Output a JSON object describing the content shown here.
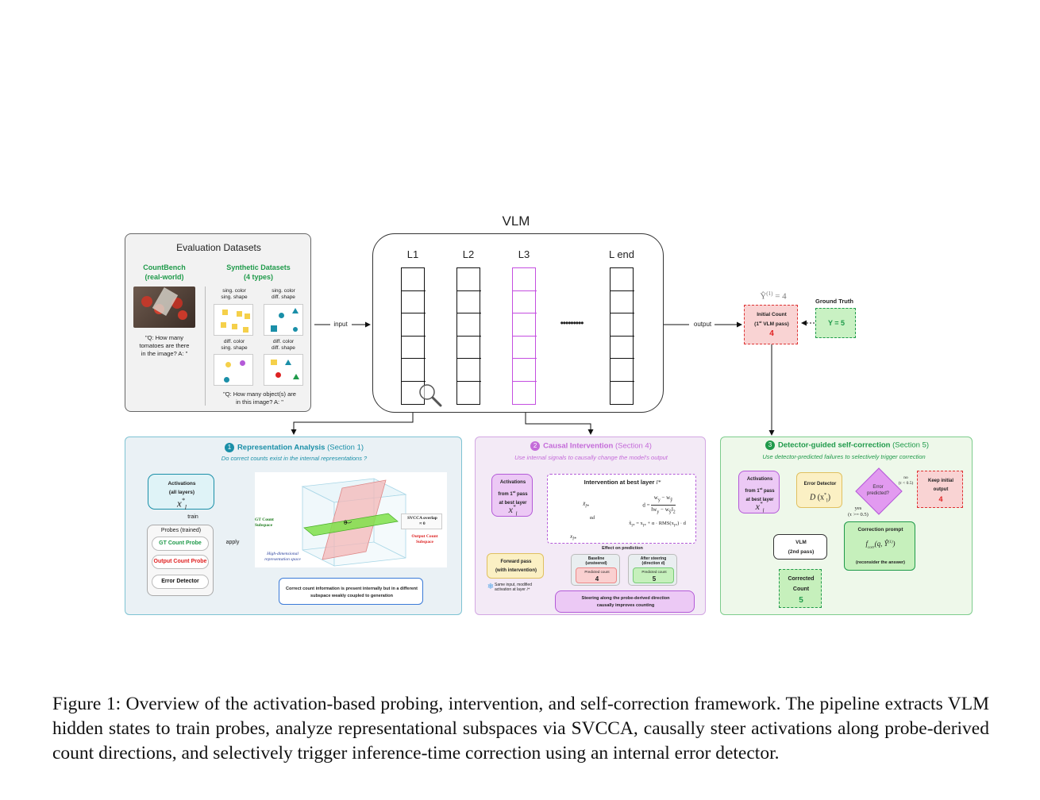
{
  "vlm": {
    "title": "VLM",
    "layers": [
      "L1",
      "L2",
      "L3",
      "L end"
    ],
    "input_label": "input",
    "output_label": "output",
    "ellipsis": "•••••••••"
  },
  "datasets": {
    "title": "Evaluation Datasets",
    "countbench_title": "CountBench\n(real-world)",
    "countbench_question": "\"Q: How many\ntomatoes are there\nin the image?  A: \"",
    "synthetic_title": "Synthetic Datasets\n(4 types)",
    "types": [
      "sing. color\nsing. shape",
      "sing. color\ndiff. shape",
      "diff. color\nsing. shape",
      "diff. color\ndiff. shape"
    ],
    "synthetic_question": "\"Q: How many object(s) are\nin this image? A: \""
  },
  "output_side": {
    "yhat": "Ŷ(1) = 4",
    "initial_count_label": "Initial Count\n(1st VLM pass)",
    "initial_count_value": "4",
    "ground_truth_label": "Ground Truth",
    "ground_truth_value": "Y = 5"
  },
  "panel1": {
    "number": "1",
    "title": "Representation Analysis",
    "section": "(Section 1)",
    "subtitle": "Do correct counts exist in the internal representations ?",
    "activations": "Activations\n(all layers)",
    "x_symbol": "x*l",
    "train": "train",
    "apply": "apply",
    "probes_title": "Probes (trained)",
    "probes": [
      "GT Count Probe",
      "Output Count Probe",
      "Error Detector"
    ],
    "gt_subspace": "GT Count\nSubspace",
    "output_subspace": "Output Count\nSubspace",
    "space_label": "High-dimensional\nrepresentation space",
    "svcca": "SVCCA overlap\n≈ 0",
    "theta": "θ",
    "conclusion": "Correct count information is present internally but in a different\nsubspace weakly coupled to generation",
    "accent": "#1a8fa8"
  },
  "panel2": {
    "number": "2",
    "title": "Causal Intervention",
    "section": "(Section 4)",
    "subtitle": "Use internal signals to causally change the model's output",
    "activations": "Activations\nfrom 1st pass\nat best layer",
    "x_symbol": "x*l",
    "intervention_title": "Intervention at best layer l*",
    "forward_pass": "Forward pass\n(with intervention)",
    "snow_note": "Same input, modified\nactivation at layer l*",
    "formula_d": "d = (w_y − w_ŷ) / ‖w_y − w_ŷ‖₂",
    "formula_x": "x̃_l* = x_l* + α · RMS(x_l*) · d",
    "alpha_d": "αd",
    "x_tilde": "x̃_l*",
    "x_orig": "x_l*",
    "effect_title": "Effect on prediction",
    "baseline_label": "Baseline\n(unsteered)",
    "baseline_pred": "Predicted count",
    "baseline_value": "4",
    "after_label": "After steering\n(direction d)",
    "after_pred": "Predicted count",
    "after_value": "5",
    "conclusion": "Steering along the probe-derived direction\ncausally improves counting",
    "accent": "#c46bd9"
  },
  "panel3": {
    "number": "3",
    "title": "Detector-guided self-correction",
    "section": "(Section 5)",
    "subtitle": "Use detector-predicted failures to selectively trigger correction",
    "activations": "Activations\nfrom 1st pass\nat best layer",
    "x_symbol": "x*l",
    "error_detector": "Error Detector",
    "detector_formula": "D (x*l)",
    "error_predicted": "Error\npredicted?",
    "no_label": "no\n(τ < 0.5)",
    "yes_label": "yes\n(τ >= 0.5)",
    "keep_initial": "Keep initial\noutput",
    "keep_value": "4",
    "correction_prompt": "Correction prompt",
    "correction_formula": "f_corr(q, Ŷ(1))",
    "correction_note": "(reconsider the answer)",
    "vlm_second": "VLM\n(2nd pass)",
    "corrected_count": "Corrected\nCount",
    "corrected_value": "5",
    "accent": "#1f9a4a"
  },
  "caption": "Figure 1: Overview of the activation-based probing, intervention, and self-correction framework. The pipeline extracts VLM hidden states to train probes, analyze representational subspaces via SVCCA, causally steer activations along probe-derived count directions, and selectively trigger inference-time correction using an internal error detector."
}
